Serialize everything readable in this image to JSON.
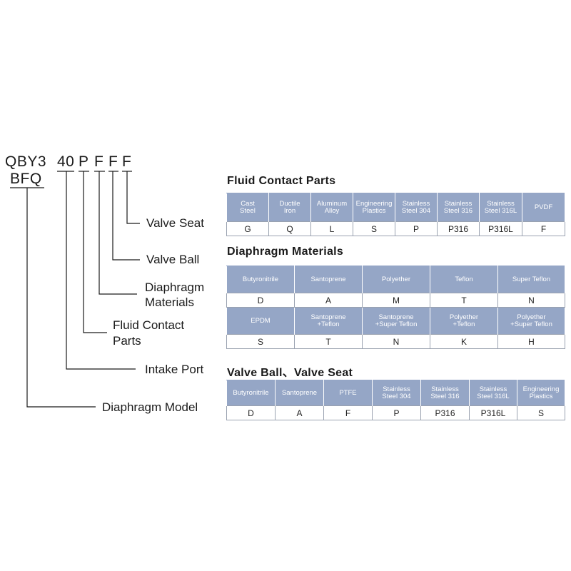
{
  "model": {
    "code_line1": "QBY3",
    "code_line2": "BFQ",
    "port": "40",
    "fluid_letter": "P",
    "diaphragm_letter": "F",
    "ball_letter": "F",
    "seat_letter": "F"
  },
  "labels": {
    "valve_seat": "Valve Seat",
    "valve_ball": "Valve Ball",
    "diaphragm_materials_1": "Diaphragm",
    "diaphragm_materials_2": "Materials",
    "fluid_contact_1": "Fluid Contact",
    "fluid_contact_2": "Parts",
    "intake_port": "Intake Port",
    "diaphragm_model": "Diaphragm Model"
  },
  "sections": {
    "fluid_contact": {
      "title": "Fluid Contact Parts",
      "headers": [
        [
          "Cast",
          "Steel"
        ],
        [
          "Ductile",
          "Iron"
        ],
        [
          "Aluminum",
          "Alloy"
        ],
        [
          "Engineering",
          "Plastics"
        ],
        [
          "Stainless",
          "Steel 304"
        ],
        [
          "Stainless",
          "Steel 316"
        ],
        [
          "Stainless",
          "Steel 316L"
        ],
        [
          "PVDF",
          ""
        ]
      ],
      "codes": [
        "G",
        "Q",
        "L",
        "S",
        "P",
        "P316",
        "P316L",
        "F"
      ]
    },
    "diaphragm": {
      "title": "Diaphragm Materials",
      "row1_headers": [
        [
          "Butyronitrile",
          ""
        ],
        [
          "Santoprene",
          ""
        ],
        [
          "Polyether",
          ""
        ],
        [
          "Teflon",
          ""
        ],
        [
          "Super Teflon",
          ""
        ]
      ],
      "row1_codes": [
        "D",
        "A",
        "M",
        "T",
        "N"
      ],
      "row2_headers": [
        [
          "EPDM",
          ""
        ],
        [
          "Santoprene",
          "+Teflon"
        ],
        [
          "Santoprene",
          "+Super Teflon"
        ],
        [
          "Polyether",
          "+Teflon"
        ],
        [
          "Polyether",
          "+Super Teflon"
        ]
      ],
      "row2_codes": [
        "S",
        "T",
        "N",
        "K",
        "H"
      ]
    },
    "ball_seat": {
      "title": "Valve Ball、Valve Seat",
      "headers": [
        [
          "Butyronitrile",
          ""
        ],
        [
          "Santoprene",
          ""
        ],
        [
          "PTFE",
          ""
        ],
        [
          "Stainless",
          "Steel 304"
        ],
        [
          "Stainless",
          "Steel 316"
        ],
        [
          "Stainless",
          "Steel 316L"
        ],
        [
          "Engineering",
          "Plastics"
        ]
      ],
      "codes": [
        "D",
        "A",
        "F",
        "P",
        "P316",
        "P316L",
        "S"
      ]
    }
  },
  "colors": {
    "header_bg": "#95a6c6",
    "header_text": "#ffffff",
    "line": "#1a1a1a"
  }
}
